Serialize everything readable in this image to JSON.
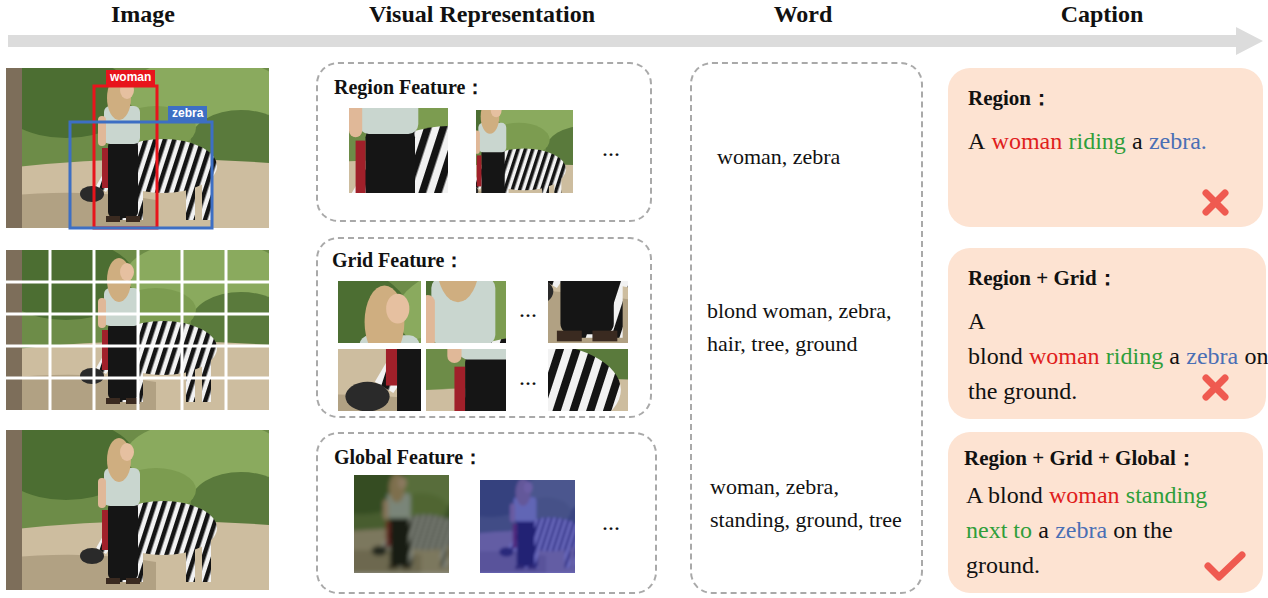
{
  "diagram": {
    "nodes": [
      {
        "text": [
          "Region Feature：",
          "..."
        ]
      },
      {
        "text": [
          "Grid Feature：",
          "...",
          "..."
        ]
      },
      {
        "text": [
          "Global Feature：",
          "..."
        ]
      },
      {
        "text": [
          "woman, zebra",
          "blond woman, zebra, hair, tree, ground",
          "woman, zebra, standing, ground, tree"
        ]
      },
      {
        "text": [
          "Region：",
          "A",
          "woman",
          "riding",
          "a",
          "zebra."
        ]
      },
      {
        "text": [
          "Region + Grid：",
          "A blond",
          "woman",
          "riding",
          "a",
          "zebra",
          "on the ground."
        ]
      },
      {
        "text": [
          "Region + Grid + Global：",
          "A blond",
          "woman",
          "standing next to",
          "a",
          "zebra",
          "on the ground."
        ]
      }
    ],
    "labels": [
      "Image",
      "Visual Representation",
      "Word",
      "Caption",
      "woman",
      "zebra"
    ]
  }
}
